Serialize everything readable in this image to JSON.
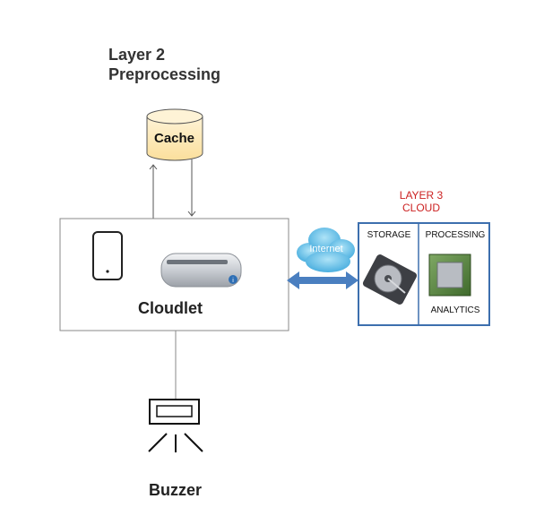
{
  "layer2": {
    "title": "Layer 2\nPreprocessing",
    "cache_label": "Cache"
  },
  "cloudlet": {
    "label": "Cloudlet"
  },
  "internet": {
    "label": "Internet"
  },
  "layer3": {
    "title": "LAYER 3\nCLOUD",
    "storage_label": "STORAGE",
    "processing_label": "PROCESSING",
    "analytics_label": "ANALYTICS"
  },
  "buzzer": {
    "label": "Buzzer"
  },
  "colors": {
    "cache_fill": "#fde9b8",
    "cloud_accent": "#cc2222",
    "cloud_box_border": "#3d6fae",
    "arrow_blue": "#4a7fc0",
    "internet_cloud": "#5bbde8"
  }
}
